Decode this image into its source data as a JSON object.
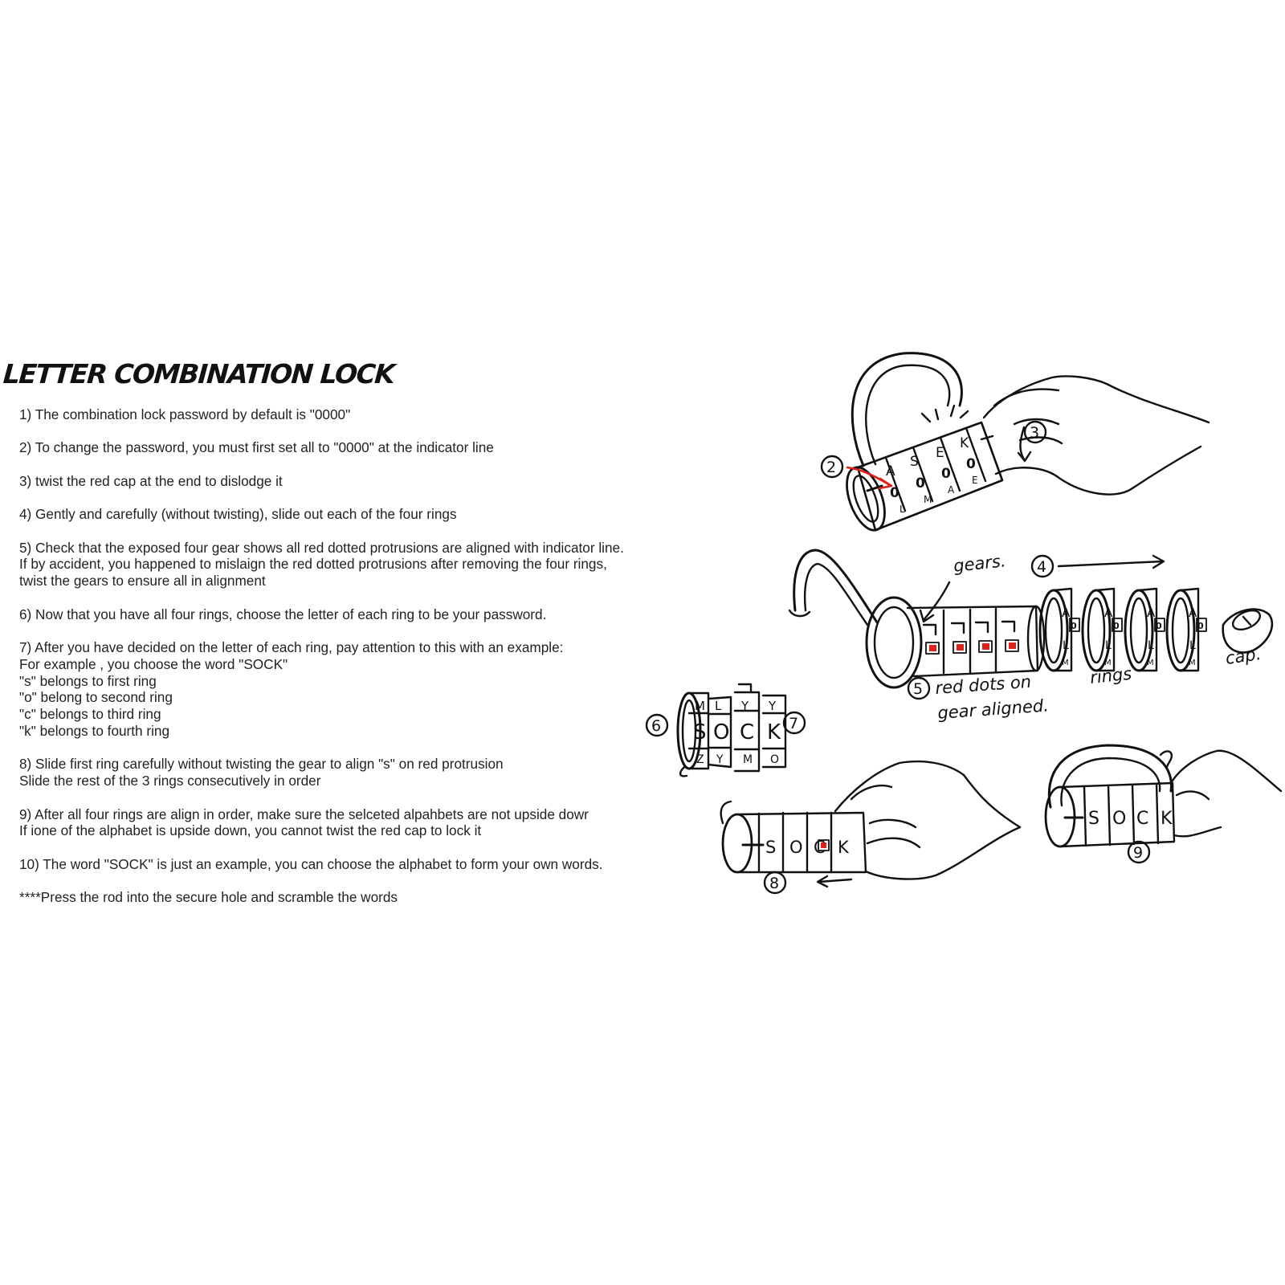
{
  "title": "LETTER COMBINATION LOCK",
  "steps": [
    {
      "lines": [
        "1) The combination lock password by default is \"0000\""
      ]
    },
    {
      "lines": [
        "2) To change the password, you must first set all to \"0000\" at the indicator line"
      ]
    },
    {
      "lines": [
        "3) twist the red cap at the end to dislodge it"
      ]
    },
    {
      "lines": [
        "4) Gently and carefully (without twisting), slide out each of the four rings"
      ]
    },
    {
      "lines": [
        "5) Check that the exposed four gear shows all red dotted protrusions are aligned with indicator line.",
        "If by accident, you happened to mislaign the red dotted protrusions after removing the four rings,",
        "twist the gears to ensure all in alignment"
      ]
    },
    {
      "lines": [
        "6) Now that you have all four rings, choose the letter of each ring to be your password."
      ]
    },
    {
      "lines": [
        "7) After you have decided on the letter of each ring, pay attention to this with an example:",
        "For example , you choose the word \"SOCK\"",
        "\"s\" belongs to first ring",
        "\"o\" belong to second ring",
        "\"c\" belongs to third ring",
        "\"k\" belongs to fourth ring"
      ]
    },
    {
      "lines": [
        "8) Slide first ring carefully without twisting the gear to align \"s\" on red protrusion",
        "Slide the rest of the  3 rings consecutively in order"
      ]
    },
    {
      "lines": [
        "9) After all four rings are align in order, make sure the selceted alpahbets are not upside dowr",
        "If ione of the alphabet is upside down, you cannot twist the red cap to lock it"
      ]
    },
    {
      "lines": [
        "10) The word \"SOCK\" is just an example, you can choose the alphabet to form your own words."
      ]
    },
    {
      "lines": [
        "****Press the rod into the secure hole and scramble the words"
      ]
    }
  ],
  "illustration": {
    "step_markers": [
      "2",
      "3",
      "4",
      "5",
      "6",
      "7",
      "8",
      "9"
    ],
    "labels": {
      "gears": "gears.",
      "red_dots_1": "red dots on",
      "red_dots_2": "gear aligned.",
      "rings": "rings",
      "cap": "cap."
    },
    "lock1_ring_letters": [
      "A",
      "S",
      "E",
      "K"
    ],
    "lock1_ring_digits": [
      "0",
      "0",
      "0",
      "0"
    ],
    "lock1_ring_lower": [
      "L",
      "M",
      "A",
      "E"
    ],
    "loose_ring_letters": [
      "A",
      "A",
      "A",
      "A"
    ],
    "loose_ring_lower": [
      "L",
      "L",
      "L",
      "L"
    ],
    "loose_ring_bottom": [
      "M",
      "M",
      "M",
      "M"
    ],
    "loose_ring_digit": "0",
    "combo_rings": [
      {
        "top": "M",
        "main": "S",
        "bottom": "Z"
      },
      {
        "top": "L",
        "main": "O",
        "bottom": "Y"
      },
      {
        "top": "Y",
        "main": "C",
        "bottom": "M"
      },
      {
        "top": "Y",
        "main": "K",
        "bottom": "O"
      }
    ],
    "lock8_letters": [
      "S",
      "O",
      "C",
      "K"
    ],
    "lock9_letters": [
      "S",
      "O",
      "C",
      "K"
    ],
    "accent_color": "#e0201a"
  }
}
